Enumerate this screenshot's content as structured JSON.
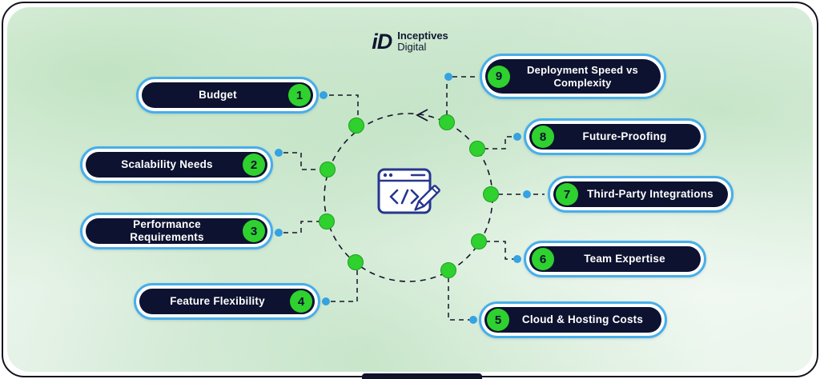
{
  "logo": {
    "mark": "iD",
    "line1": "Inceptives",
    "line2": "Digital"
  },
  "items": [
    {
      "number": "1",
      "label": "Budget"
    },
    {
      "number": "2",
      "label": "Scalability Needs"
    },
    {
      "number": "3",
      "label": "Performance Requirements"
    },
    {
      "number": "4",
      "label": "Feature Flexibility"
    },
    {
      "number": "5",
      "label": "Cloud & Hosting Costs"
    },
    {
      "number": "6",
      "label": "Team Expertise"
    },
    {
      "number": "7",
      "label": "Third-Party Integrations"
    },
    {
      "number": "8",
      "label": "Future-Proofing"
    },
    {
      "number": "9",
      "label": "Deployment Speed vs Complexity"
    }
  ],
  "colors": {
    "pill_bg": "#0d1230",
    "pill_ring": "#47aeea",
    "badge_green": "#2ed12e",
    "dot_blue": "#35a2e2",
    "line_dark": "#14142a",
    "icon_blue": "#26368f"
  }
}
